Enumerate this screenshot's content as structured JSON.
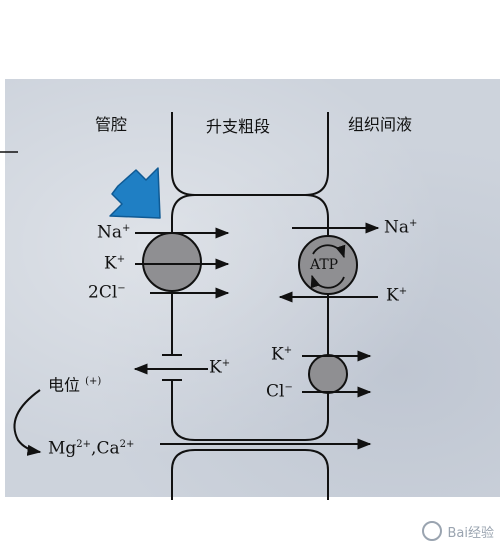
{
  "labels": {
    "lumen": "管腔",
    "ascending_limb": "升支粗段",
    "interstitial": "组织间液",
    "na": "Na",
    "na_charge": "+",
    "k": "K",
    "k_charge": "+",
    "cl2": "2Cl",
    "cl2_charge": "−",
    "atp": "ATP",
    "na_out": "Na",
    "na_out_charge": "+",
    "k_in": "K",
    "k_in_charge": "+",
    "k_channel": "K",
    "k_channel_charge": "+",
    "k_baso": "K",
    "k_baso_charge": "+",
    "cl_baso": "Cl",
    "cl_baso_charge": "−",
    "potential": "电位",
    "potential_sign": "(+)",
    "divalent": "Mg",
    "divalent_charge": "2+",
    "divalent_sep": ",Ca",
    "divalent_charge2": "2+"
  },
  "watermark": "Bai经验",
  "colors": {
    "background": "#cdd3dc",
    "ink": "#111111",
    "transporter_fill": "#8f8f92",
    "arrow_highlight": "#1f7fc4"
  }
}
